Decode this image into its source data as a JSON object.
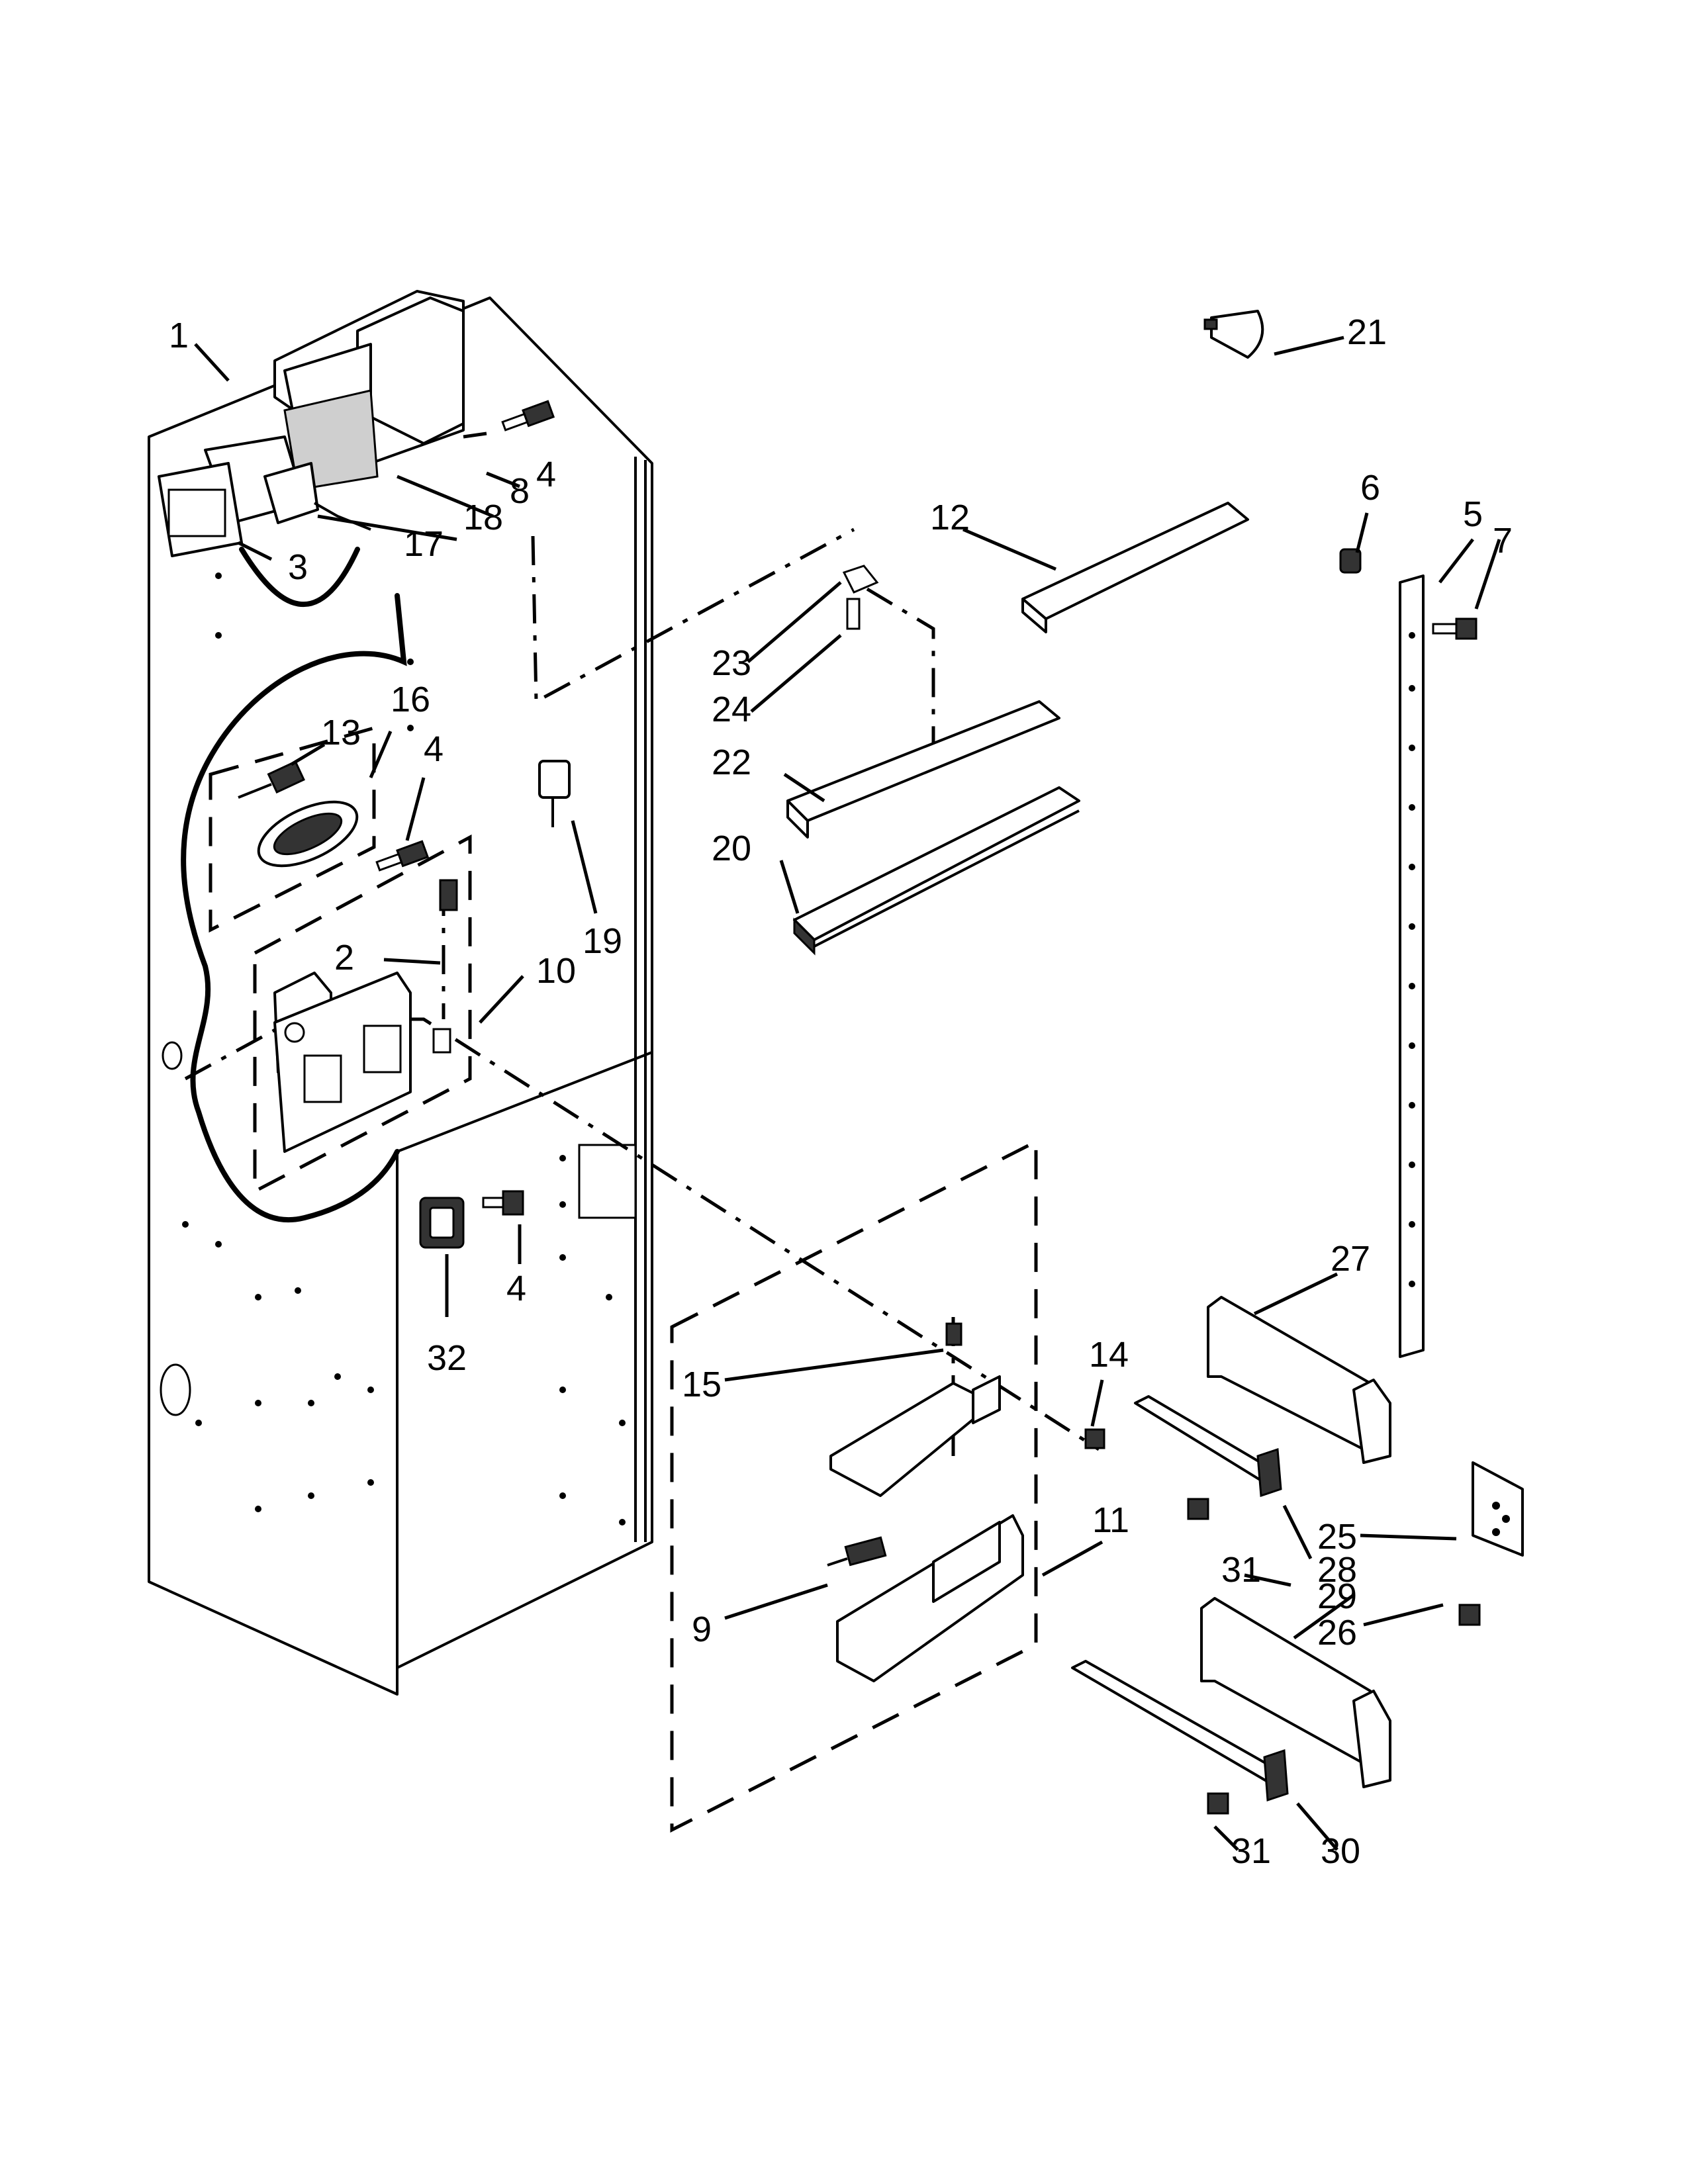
{
  "callouts": [
    {
      "id": "c1",
      "label": "1"
    },
    {
      "id": "c2",
      "label": "2"
    },
    {
      "id": "c3",
      "label": "3"
    },
    {
      "id": "c4a",
      "label": "4"
    },
    {
      "id": "c4b",
      "label": "4"
    },
    {
      "id": "c4c",
      "label": "4"
    },
    {
      "id": "c5",
      "label": "5"
    },
    {
      "id": "c6",
      "label": "6"
    },
    {
      "id": "c7",
      "label": "7"
    },
    {
      "id": "c8",
      "label": "8"
    },
    {
      "id": "c9",
      "label": "9"
    },
    {
      "id": "c10",
      "label": "10"
    },
    {
      "id": "c11",
      "label": "11"
    },
    {
      "id": "c12",
      "label": "12"
    },
    {
      "id": "c13",
      "label": "13"
    },
    {
      "id": "c14",
      "label": "14"
    },
    {
      "id": "c15",
      "label": "15"
    },
    {
      "id": "c16",
      "label": "16"
    },
    {
      "id": "c17",
      "label": "17"
    },
    {
      "id": "c18",
      "label": "18"
    },
    {
      "id": "c19",
      "label": "19"
    },
    {
      "id": "c20",
      "label": "20"
    },
    {
      "id": "c21",
      "label": "21"
    },
    {
      "id": "c22",
      "label": "22"
    },
    {
      "id": "c23",
      "label": "23"
    },
    {
      "id": "c24",
      "label": "24"
    },
    {
      "id": "c25",
      "label": "25"
    },
    {
      "id": "c26",
      "label": "26"
    },
    {
      "id": "c27",
      "label": "27"
    },
    {
      "id": "c28",
      "label": "28"
    },
    {
      "id": "c29",
      "label": "29"
    },
    {
      "id": "c30",
      "label": "30"
    },
    {
      "id": "c31a",
      "label": "31"
    },
    {
      "id": "c31b",
      "label": "31"
    },
    {
      "id": "c32",
      "label": "32"
    }
  ]
}
